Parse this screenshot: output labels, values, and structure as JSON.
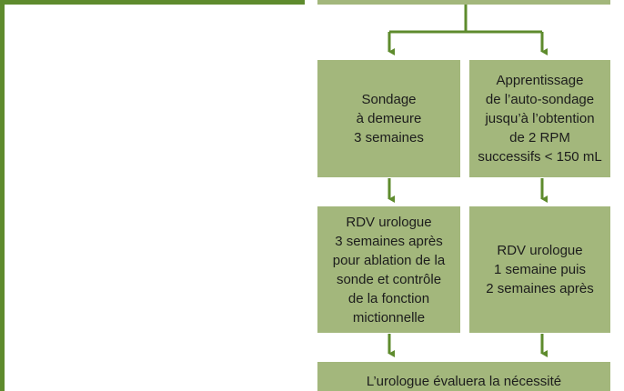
{
  "colors": {
    "box_fill": "#a3b77c",
    "connector": "#5e8b2d",
    "frame": "#5e8b2d",
    "text": "#1c1c1c"
  },
  "boxes": {
    "left_sondage": "Sondage\nà demeure\n3 semaines",
    "right_apprentissage": "Apprentissage\nde l’auto-sondage\njusqu’à l’obtention\nde 2 RPM\nsuccessifs < 150 mL",
    "left_rdv": "RDV urologue\n3 semaines après\npour ablation de la\nsonde et contrôle\nde la fonction\nmictionnelle",
    "right_rdv": "RDV urologue\n1 semaine puis\n2 semaines après",
    "bottom": "L’urologue évaluera la nécessité"
  }
}
